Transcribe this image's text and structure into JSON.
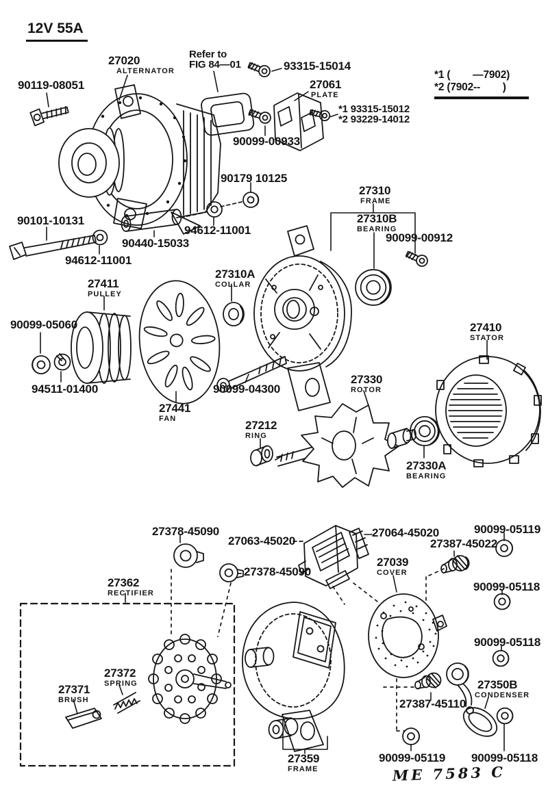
{
  "header": {
    "rating": "12V 55A"
  },
  "note_box": {
    "line1": "*1 (        —7902)",
    "line2": "*2 (7902--        )"
  },
  "footer": {
    "code": "ME 7583 C"
  },
  "labels": {
    "b90119": {
      "number": "90119-08051"
    },
    "p27020": {
      "number": "27020",
      "name": "ALTERNATOR"
    },
    "refer": {
      "line1": "Refer to",
      "line2": "FIG 84—01"
    },
    "s93315_15014": {
      "number": "93315-15014"
    },
    "p27061": {
      "number": "27061",
      "name": "PLATE"
    },
    "s93315_15012": {
      "number": "*1 93315-15012"
    },
    "s93229_14012": {
      "number": "*2 93229-14012"
    },
    "s90099_00933": {
      "number": "90099-00933"
    },
    "n90179": {
      "number": "90179 10125"
    },
    "p27310": {
      "number": "27310",
      "name": "FRAME"
    },
    "p27310B": {
      "number": "27310B",
      "name": "BEARING"
    },
    "s90099_00912": {
      "number": "90099-00912"
    },
    "b90101": {
      "number": "90101-10131"
    },
    "w94612r": {
      "number": "94612-11001"
    },
    "t90440": {
      "number": "90440-15033"
    },
    "w94612l": {
      "number": "94612-11001"
    },
    "p27411": {
      "number": "27411",
      "name": "PULLEY"
    },
    "p27310A": {
      "number": "27310A",
      "name": "COLLAR"
    },
    "n90099_05060": {
      "number": "90099-05060"
    },
    "w94511": {
      "number": "94511-01400"
    },
    "p27441": {
      "number": "27441",
      "name": "FAN"
    },
    "b90099_04300": {
      "number": "90099-04300"
    },
    "p27212": {
      "number": "27212",
      "name": "RING"
    },
    "p27410": {
      "number": "27410",
      "name": "STATOR"
    },
    "p27330": {
      "number": "27330",
      "name": "ROTOR"
    },
    "p27330A": {
      "number": "27330A",
      "name": "BEARING"
    },
    "g27378a": {
      "number": "27378-45090"
    },
    "p27063": {
      "number": "27063-45020"
    },
    "p27064": {
      "number": "27064-45020"
    },
    "g27378b": {
      "number": "27378-45090"
    },
    "p27039": {
      "number": "27039",
      "name": "COVER"
    },
    "n05119t": {
      "number": "90099-05119"
    },
    "p45022": {
      "number": "27387-45022"
    },
    "n05118a": {
      "number": "90099-05118"
    },
    "n05118b": {
      "number": "90099-05118"
    },
    "p27362": {
      "number": "27362",
      "name": "RECTIFIER"
    },
    "p27371": {
      "number": "27371",
      "name": "BRUSH"
    },
    "p27372": {
      "number": "27372",
      "name": "SPRING"
    },
    "p27359": {
      "number": "27359",
      "name": "FRAME"
    },
    "p45110": {
      "number": "27387-45110"
    },
    "p27350B": {
      "number": "27350B",
      "name": "CONDENSER"
    },
    "n05119b": {
      "number": "90099-05119"
    },
    "n05118c": {
      "number": "90099-05118"
    }
  }
}
